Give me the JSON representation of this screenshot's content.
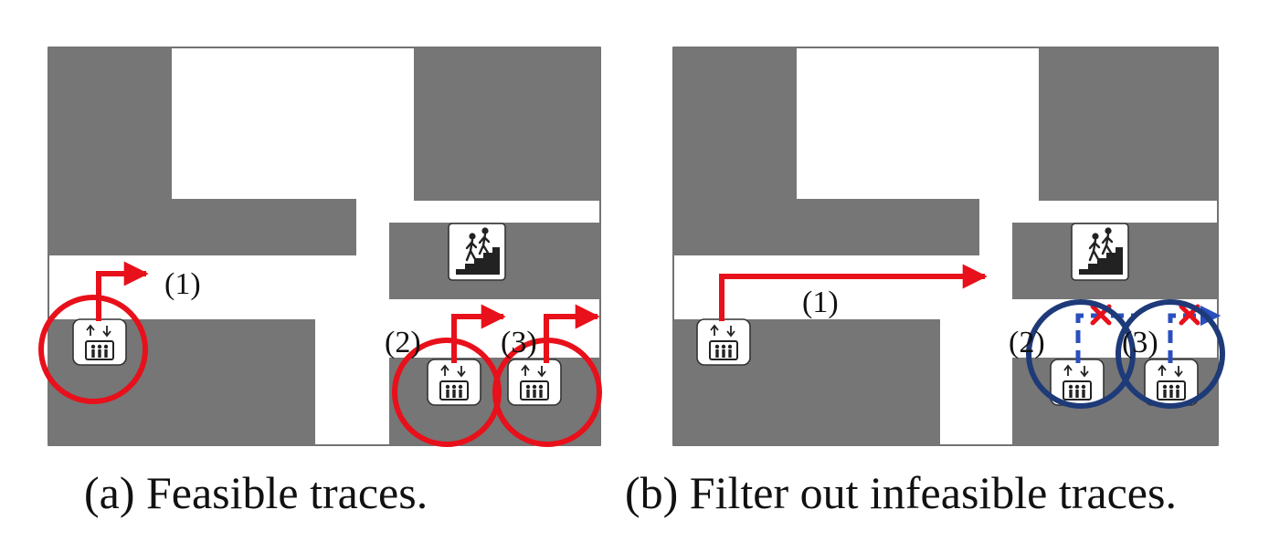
{
  "panels": [
    {
      "caption": "(a) Feasible traces.",
      "trace_labels": [
        "(1)",
        "(2)",
        "(3)"
      ],
      "trace_status": [
        "feasible",
        "feasible",
        "feasible"
      ],
      "highlight_color": "#e8101a"
    },
    {
      "caption": "(b) Filter out infeasible traces.",
      "trace_labels": [
        "(1)",
        "(2)",
        "(3)"
      ],
      "trace_status": [
        "feasible",
        "infeasible",
        "infeasible"
      ],
      "highlight_color": "#1e3a78"
    }
  ],
  "colors": {
    "building_block": "#767676",
    "feasible_trace": "#e8101a",
    "infeasible_trace": "#2a4fbf",
    "reject_mark": "#e8101a",
    "circle_feasible": "#e8101a",
    "circle_infeasible": "#1e3a78"
  },
  "icons": {
    "elevator": "elevator-icon",
    "stairs": "stairs-icon",
    "reject": "cross-icon"
  }
}
